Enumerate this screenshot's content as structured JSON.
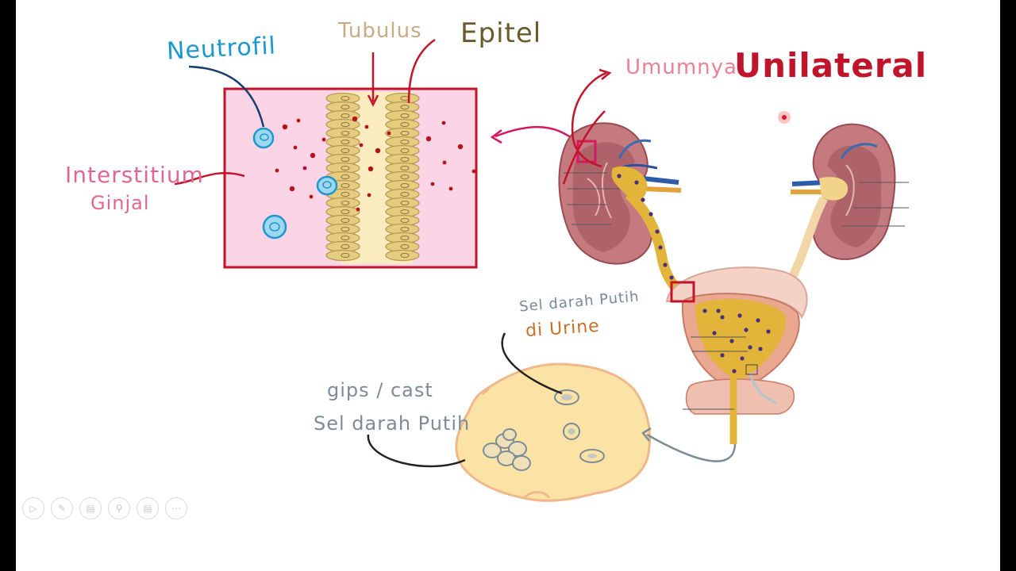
{
  "labels": {
    "neutrofil": "Neutrofil",
    "tubulus": "Tubulus",
    "epitel": "Epitel",
    "interstitium_line1": "Interstitium",
    "interstitium_line2": "Ginjal",
    "umumnya": "Umumnya",
    "unilateral": "Unilateral",
    "sel_darah_putih_urine_line1": "Sel darah Putih",
    "sel_darah_putih_urine_line2": "di Urine",
    "gips_cast": "gips / cast",
    "sel_darah_putih_cast": "Sel darah Putih"
  },
  "colors": {
    "rbc": "#b5121b",
    "tissue_border": "#c3132a",
    "tissue_fill": "#fbd4e6",
    "tubule_lumen": "#fbecc0",
    "epithelial_cell": "#e6cc7e",
    "neutrophil": "#1c98cf",
    "cast_fill": "#fbe3a5",
    "cast_border": "#f0b88a",
    "kidney": "#b8666d",
    "urine": "#e2b43a",
    "wbc_dot": "#4a2f7f"
  },
  "toolbar_icons": [
    "play-icon",
    "pen-icon",
    "slides-icon",
    "zoom-icon",
    "captions-icon",
    "more-icon"
  ]
}
